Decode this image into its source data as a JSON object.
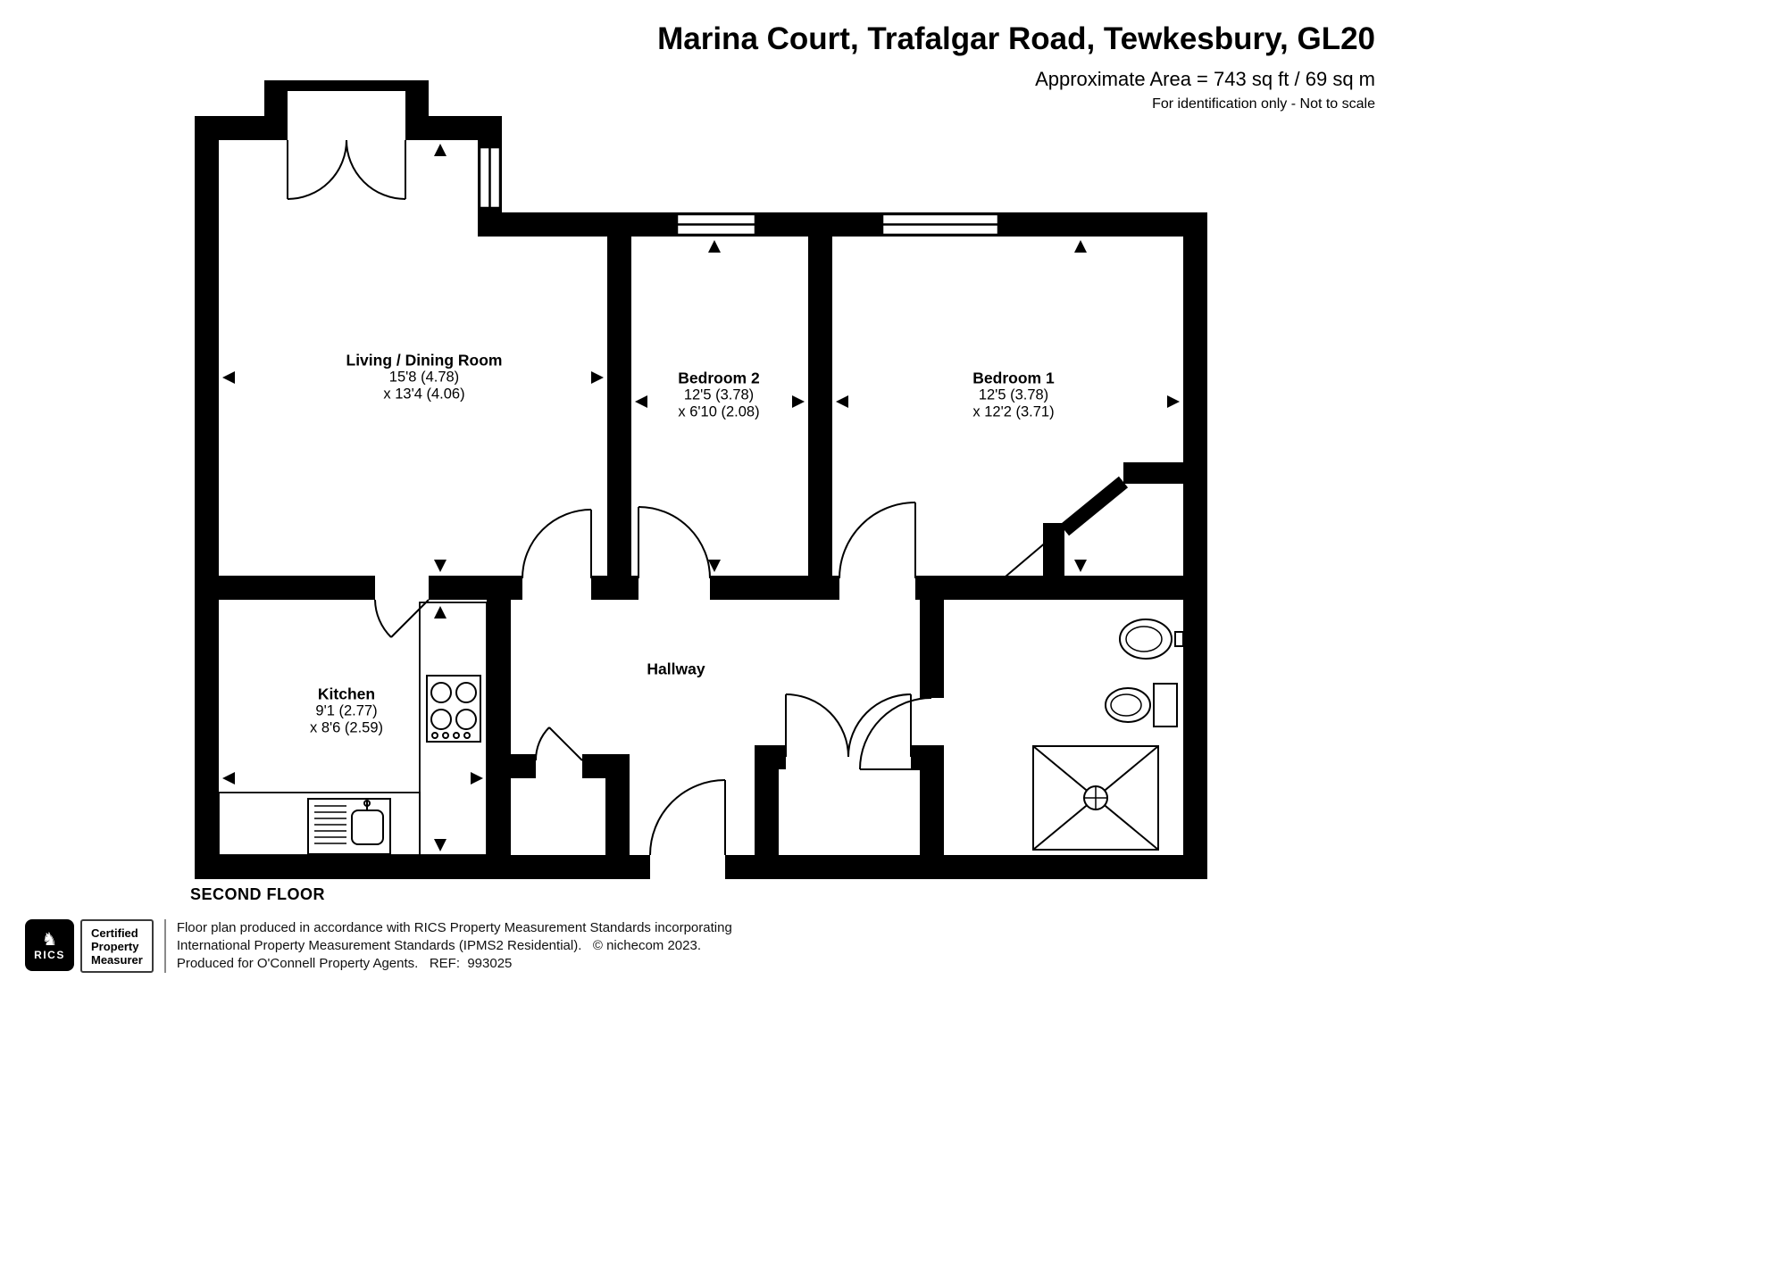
{
  "header": {
    "title": "Marina Court, Trafalgar Road, Tewkesbury, GL20",
    "area_line": "Approximate Area = 743 sq ft / 69 sq m",
    "note_line": "For identification only - Not to scale"
  },
  "plan": {
    "floor_label": "SECOND FLOOR",
    "rooms": [
      {
        "name": "Living / Dining Room",
        "dim1": "15'8 (4.78)",
        "dim2": "x 13'4 (4.06)"
      },
      {
        "name": "Bedroom 2",
        "dim1": "12'5 (3.78)",
        "dim2": "x 6'10 (2.08)"
      },
      {
        "name": "Bedroom 1",
        "dim1": "12'5 (3.78)",
        "dim2": "x 12'2 (3.71)"
      },
      {
        "name": "Kitchen",
        "dim1": "9'1 (2.77)",
        "dim2": "x 8'6 (2.59)"
      },
      {
        "name": "Hallway"
      }
    ]
  },
  "footer": {
    "rics_label": "RICS",
    "badge": {
      "line1": "Certified",
      "line2": "Property",
      "line3": "Measurer"
    },
    "disclaimer_line1": "Floor plan produced in accordance with RICS Property Measurement Standards incorporating",
    "disclaimer_line2": "International Property Measurement Standards (IPMS2 Residential).   © nichecom 2023.",
    "disclaimer_line3": "Produced for O'Connell Property Agents.   REF:  993025"
  }
}
